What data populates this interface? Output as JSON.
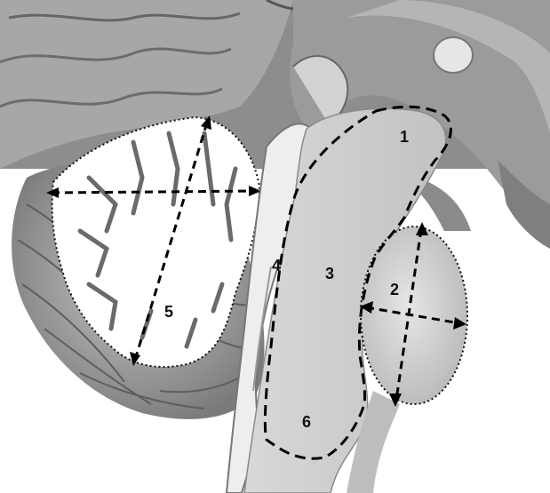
{
  "labels": [
    {
      "id": "1",
      "text": "1"
    },
    {
      "id": "2",
      "text": "2"
    },
    {
      "id": "3",
      "text": "3"
    },
    {
      "id": "4",
      "text": "4"
    },
    {
      "id": "5",
      "text": "5"
    },
    {
      "id": "6",
      "text": "6"
    }
  ]
}
